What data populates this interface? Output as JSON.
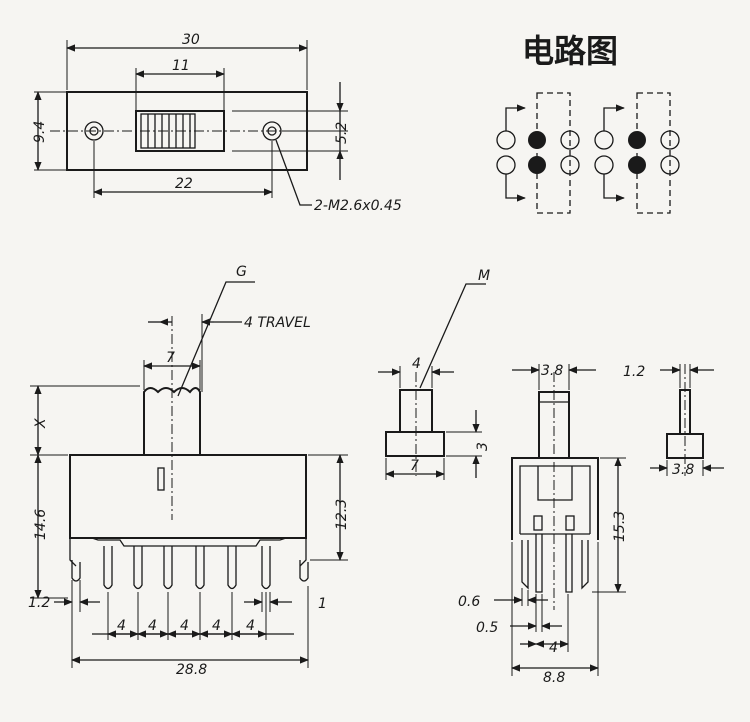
{
  "title": "电路图",
  "top_view": {
    "dims": {
      "overall_length": "30",
      "slot_length": "11",
      "height": "9.4",
      "mount_spacing_v": "5.2",
      "mount_spacing_h": "22",
      "screw": "2-M2.6x0.45"
    }
  },
  "front_view": {
    "dims": {
      "g_label": "G",
      "travel": "4 TRAVEL",
      "knob_width": "7",
      "x_label": "X",
      "body_height": "14.6",
      "body_height_right": "12.3",
      "pin_thick": "1.2",
      "pin_right": "1",
      "pitch": [
        "4",
        "4",
        "4",
        "4",
        "4"
      ],
      "overall_width": "28.8"
    }
  },
  "knob_detail": {
    "dims": {
      "m_label": "M",
      "top": "4",
      "height": "3",
      "base": "7"
    }
  },
  "side_view": {
    "dims": {
      "top": "3.8",
      "height": "15.3",
      "pin_a": "0.6",
      "pin_b": "0.5",
      "pitch": "4",
      "width": "8.8"
    }
  },
  "pin_detail": {
    "dims": {
      "top": "1.2",
      "base": "3.8"
    }
  }
}
